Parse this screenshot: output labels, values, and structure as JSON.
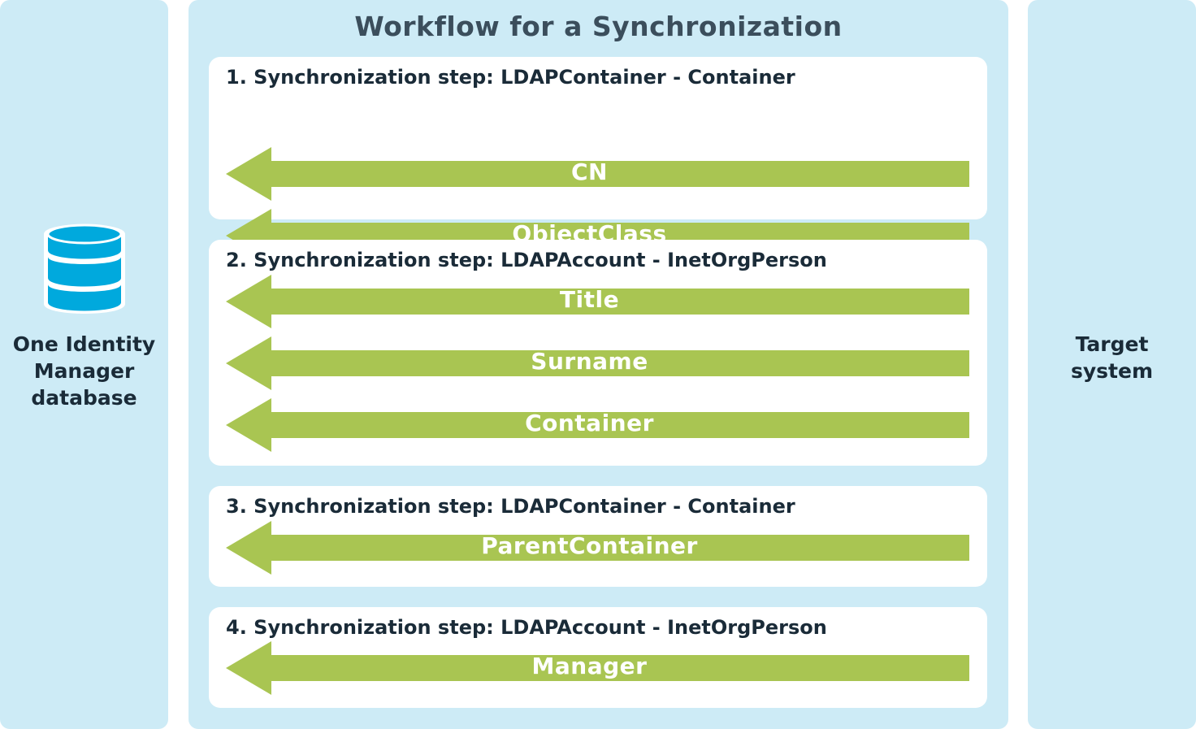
{
  "title": "Workflow for a Synchronization",
  "left": {
    "label": "One Identity\nManager\ndatabase",
    "icon": "database-icon"
  },
  "right": {
    "label": "Target\nsystem"
  },
  "colors": {
    "panel": "#cdebf6",
    "arrow": "#a9c552",
    "db_icon": "#00a9dd",
    "text": "#1a2b38",
    "title": "#3b4e5c"
  },
  "steps": [
    {
      "title": "1. Synchronization step: LDAPContainer - Container",
      "attributes": [
        "CN",
        "ObjectClass"
      ]
    },
    {
      "title": "2. Synchronization step: LDAPAccount - InetOrgPerson",
      "attributes": [
        "Title",
        "Surname",
        "Container"
      ]
    },
    {
      "title": "3. Synchronization step: LDAPContainer - Container",
      "attributes": [
        "ParentContainer"
      ]
    },
    {
      "title": "4. Synchronization step: LDAPAccount - InetOrgPerson",
      "attributes": [
        "Manager"
      ]
    }
  ]
}
